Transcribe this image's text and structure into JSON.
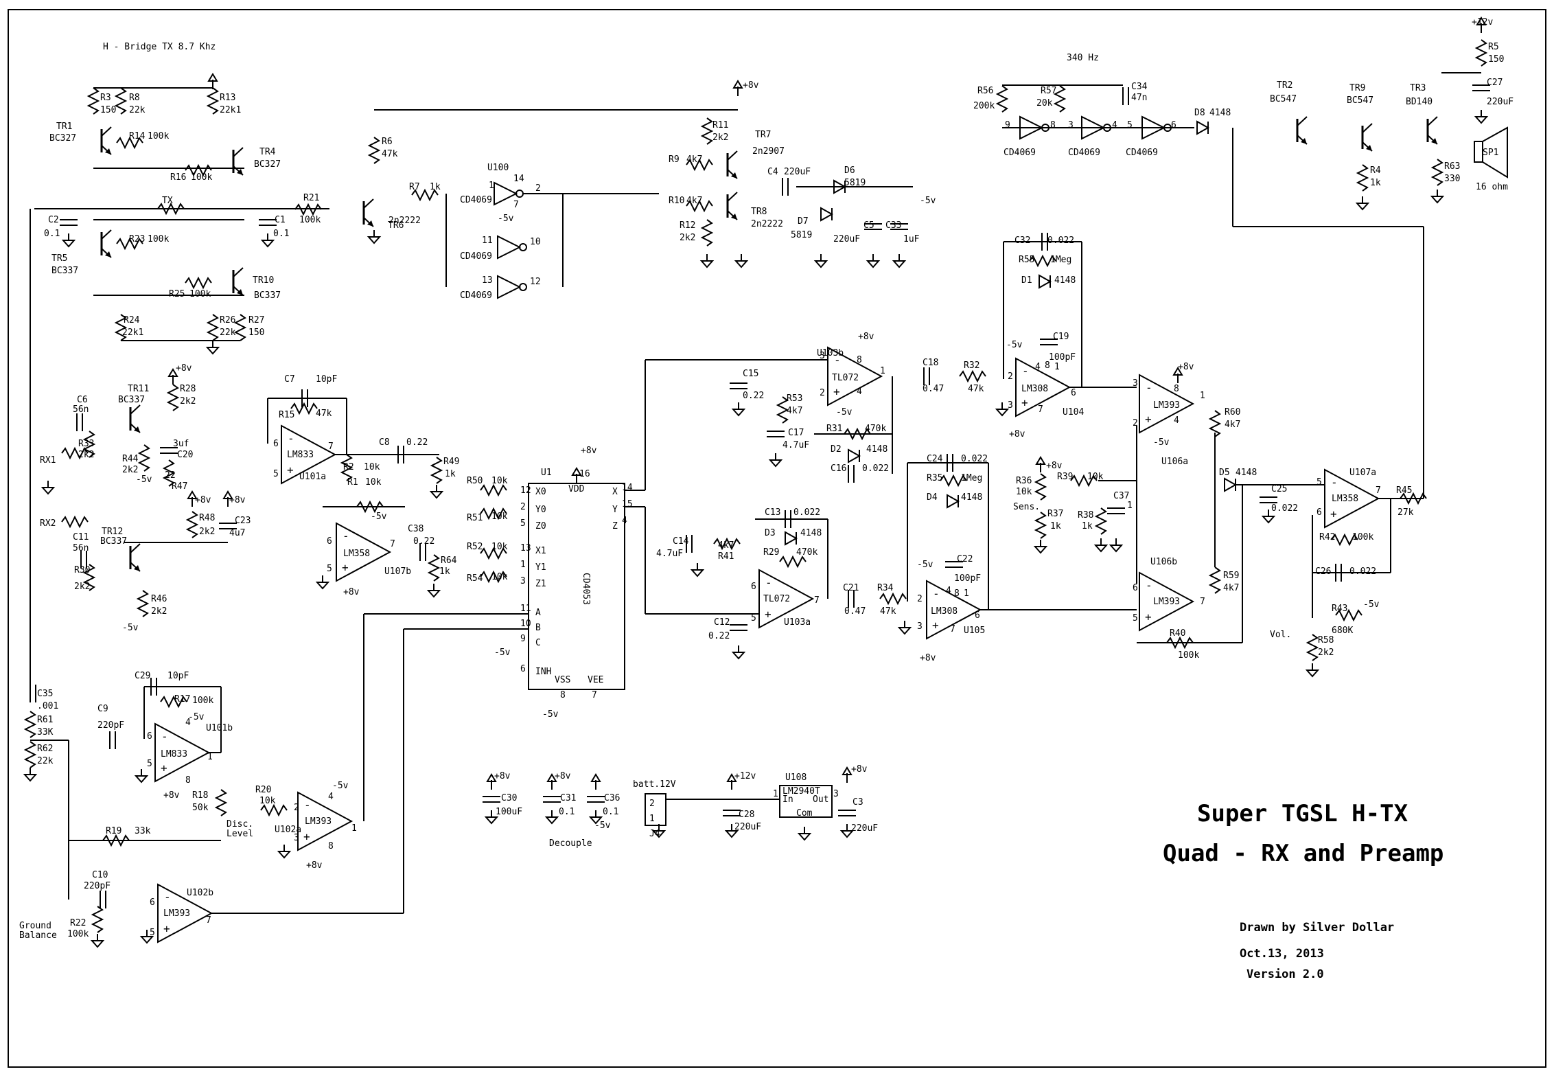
{
  "sections": {
    "htx_title": "H - Bridge TX 8.7 Khz",
    "osc_title": "340 Hz",
    "decouple": "Decouple"
  },
  "title_block": {
    "line1": "Super TGSL H-TX",
    "line2": "Quad - RX and Preamp",
    "drawn": "Drawn by Silver Dollar",
    "date": "Oct.13, 2013",
    "version": "Version 2.0"
  },
  "rails": {
    "p8": "+8v",
    "m5": "-5v",
    "p12": "+12v"
  },
  "controls": {
    "sens": "Sens.",
    "vol": "Vol.",
    "disc": "Disc.",
    "level": "Level",
    "ground": "Ground",
    "balance": "Balance",
    "coil": "TX",
    "rx1": "RX1",
    "rx2": "RX2",
    "speaker": "SP1",
    "speaker_imp": "16 ohm",
    "battery": "batt.12V"
  },
  "icons": [
    "ground-symbol-icon",
    "power-rail-arrow-icon",
    "speaker-icon",
    "coil-icon",
    "potentiometer-icon"
  ],
  "colors": {
    "ink": "#000000",
    "paper": "#ffffff"
  }
}
